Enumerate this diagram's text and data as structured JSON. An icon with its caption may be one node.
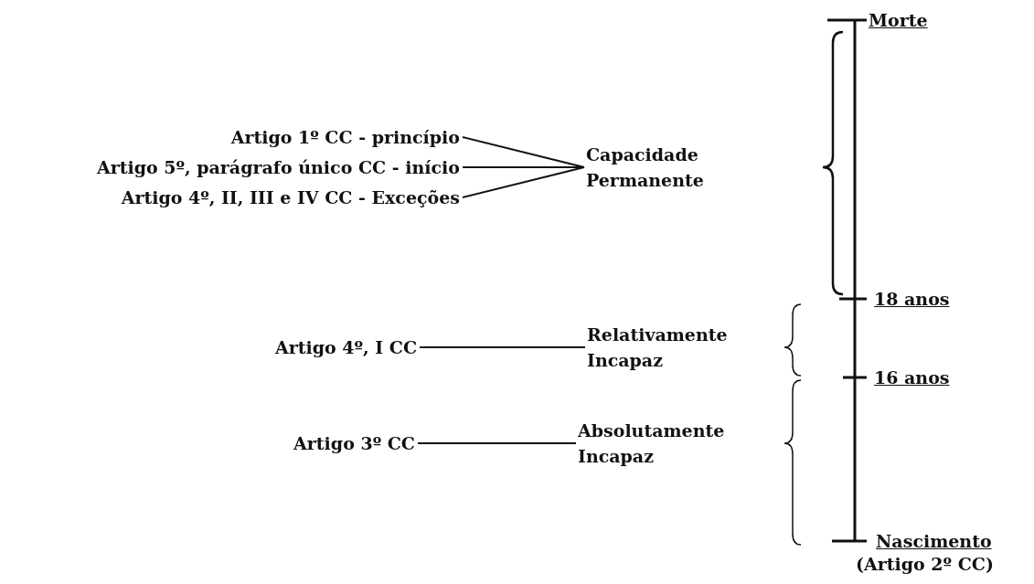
{
  "diagram": {
    "nodes": [
      {
        "text": [
          "Artigo 1º CC - princípio"
        ]
      },
      {
        "text": [
          "Artigo 5º, parágrafo único CC - início"
        ]
      },
      {
        "text": [
          "Artigo 4º, II, III e IV CC - Exceções"
        ]
      },
      {
        "text": [
          "Capacidade Permanente"
        ]
      },
      {
        "text": [
          "Artigo 4º, I CC"
        ]
      },
      {
        "text": [
          "Relativamente Incapaz"
        ]
      },
      {
        "text": [
          "Artigo 3º CC"
        ]
      },
      {
        "text": [
          "Absolutamente Incapaz"
        ]
      }
    ],
    "edges": [
      {
        "from": 0,
        "to": 3,
        "arrow": "none"
      },
      {
        "from": 1,
        "to": 3,
        "arrow": "none"
      },
      {
        "from": 2,
        "to": 3,
        "arrow": "none"
      },
      {
        "from": 4,
        "to": 5,
        "arrow": "none"
      },
      {
        "from": 6,
        "to": 7,
        "arrow": "none"
      }
    ],
    "labels": [
      "Morte",
      "18 anos",
      "16 anos",
      "Nascimento",
      "(Artigo 2º CC)"
    ]
  }
}
